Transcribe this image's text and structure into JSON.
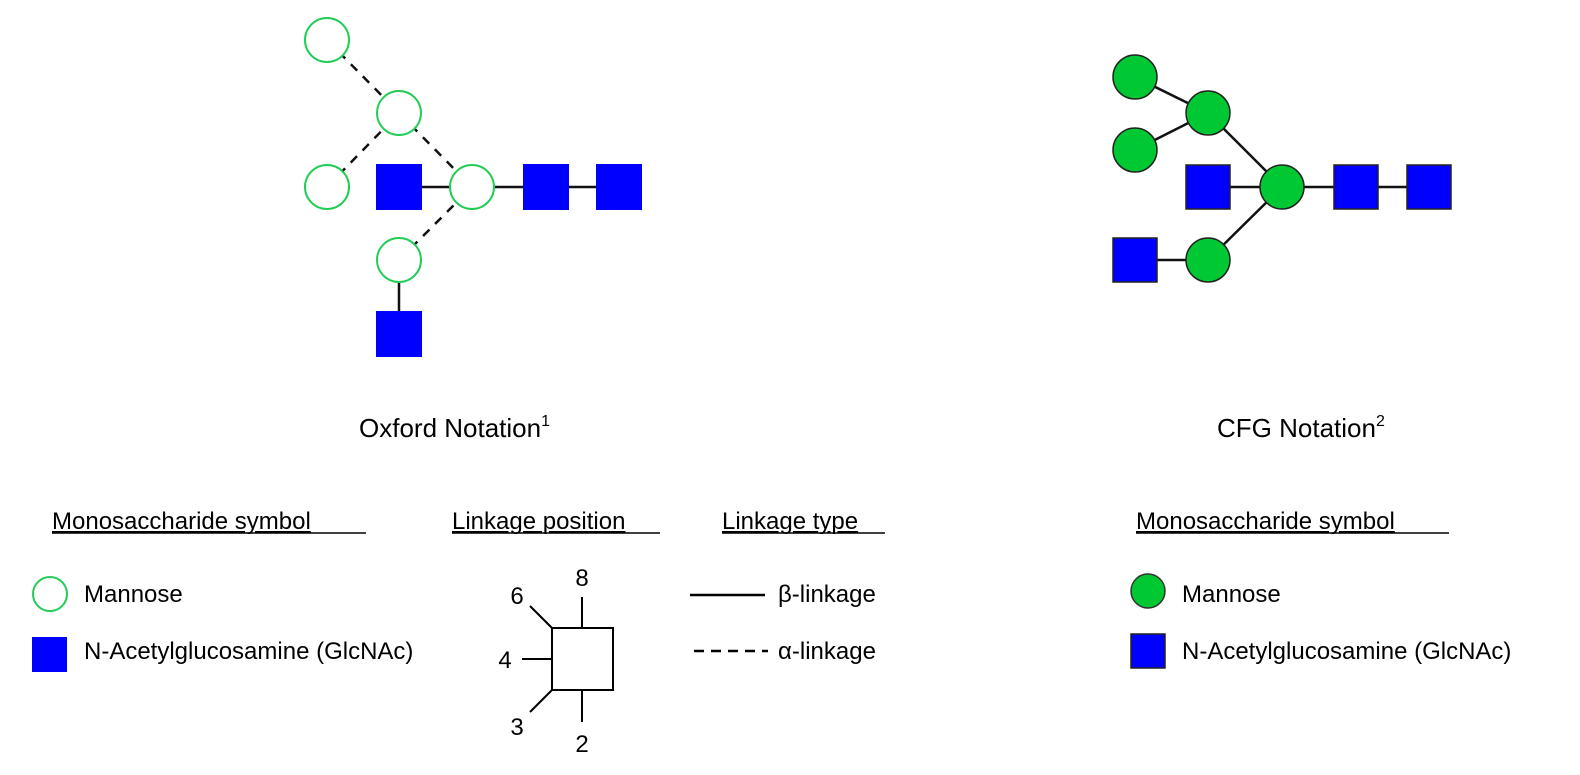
{
  "colors": {
    "mannose_oxford_stroke": "#22cc55",
    "mannose_cfg_fill": "#00c832",
    "glcnac_fill": "#0000ff",
    "outline": "#222222",
    "link": "#111111"
  },
  "oxford": {
    "caption": "Oxford Notation",
    "caption_sup": "1",
    "nodes": [
      {
        "id": "m1",
        "type": "mannose"
      },
      {
        "id": "m2",
        "type": "mannose"
      },
      {
        "id": "m3",
        "type": "mannose"
      },
      {
        "id": "m4",
        "type": "mannose"
      },
      {
        "id": "m5",
        "type": "mannose"
      },
      {
        "id": "g1",
        "type": "glcnac"
      },
      {
        "id": "g2",
        "type": "glcnac"
      },
      {
        "id": "g3",
        "type": "glcnac"
      },
      {
        "id": "g4",
        "type": "glcnac"
      }
    ],
    "links": [
      {
        "from": "m1",
        "to": "m2",
        "type": "alpha"
      },
      {
        "from": "m3",
        "to": "m2",
        "type": "alpha"
      },
      {
        "from": "m2",
        "to": "m4",
        "type": "alpha"
      },
      {
        "from": "m5",
        "to": "m4",
        "type": "alpha"
      },
      {
        "from": "g1",
        "to": "m4",
        "type": "beta"
      },
      {
        "from": "m4",
        "to": "g2",
        "type": "beta"
      },
      {
        "from": "g2",
        "to": "g3",
        "type": "beta"
      },
      {
        "from": "m5",
        "to": "g4",
        "type": "beta"
      }
    ],
    "legend": {
      "symbol_header": "Monosaccharide symbol",
      "mannose_label": "Mannose",
      "glcnac_label": "N-Acetylglucosamine (GlcNAc)",
      "position_header": "Linkage position",
      "positions": [
        "8",
        "6",
        "4",
        "3",
        "2"
      ],
      "type_header": "Linkage type",
      "beta_label": "β-linkage",
      "alpha_label": "α-linkage"
    }
  },
  "cfg": {
    "caption": "CFG Notation",
    "caption_sup": "2",
    "nodes": [
      {
        "id": "m1",
        "type": "mannose"
      },
      {
        "id": "m2",
        "type": "mannose"
      },
      {
        "id": "m3",
        "type": "mannose"
      },
      {
        "id": "m4",
        "type": "mannose"
      },
      {
        "id": "m5",
        "type": "mannose"
      },
      {
        "id": "g1",
        "type": "glcnac"
      },
      {
        "id": "g2",
        "type": "glcnac"
      },
      {
        "id": "g3",
        "type": "glcnac"
      },
      {
        "id": "g4",
        "type": "glcnac"
      }
    ],
    "links": [
      {
        "from": "m1",
        "to": "m2"
      },
      {
        "from": "m3",
        "to": "m2"
      },
      {
        "from": "m2",
        "to": "m4"
      },
      {
        "from": "m5",
        "to": "m4"
      },
      {
        "from": "g1",
        "to": "m4"
      },
      {
        "from": "m4",
        "to": "g2"
      },
      {
        "from": "g2",
        "to": "g3"
      },
      {
        "from": "g4",
        "to": "m5"
      }
    ],
    "legend": {
      "symbol_header": "Monosaccharide symbol",
      "mannose_label": "Mannose",
      "glcnac_label": "N-Acetylglucosamine (GlcNAc)"
    }
  }
}
